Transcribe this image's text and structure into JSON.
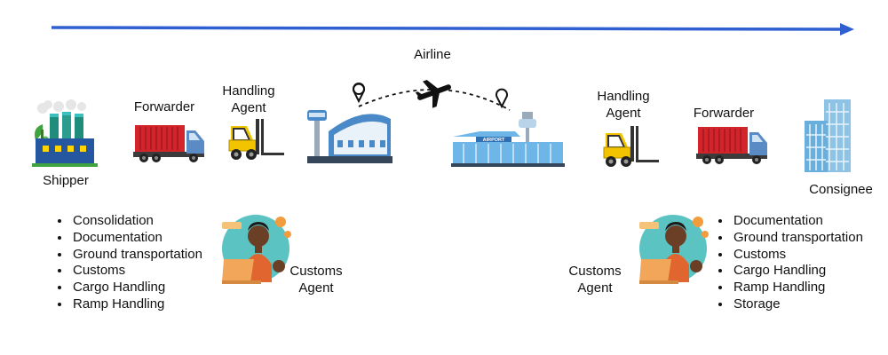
{
  "colors": {
    "flow_arrow": "#2f5fd0",
    "container": "#d3242b",
    "truck_cab": "#5b8bc4",
    "forklift": "#f2c400",
    "building": "#4a89c8",
    "airport_glass": "#6fb6e8",
    "agent_circle": "#5cc3c3"
  },
  "nodes": {
    "shipper": {
      "label": "Shipper",
      "icon": "factory-icon"
    },
    "forwarder_origin": {
      "label": "Forwarder",
      "icon": "truck-icon"
    },
    "handling_agent_origin": {
      "label_line1": "Handling",
      "label_line2": "Agent",
      "icon": "forklift-icon"
    },
    "airline": {
      "label": "Airline",
      "icon": "airplane-icon"
    },
    "handling_agent_dest": {
      "label_line1": "Handling",
      "label_line2": "Agent",
      "icon": "forklift-icon"
    },
    "forwarder_dest": {
      "label": "Forwarder",
      "icon": "truck-icon"
    },
    "consignee": {
      "label": "Consignee",
      "icon": "office-building-icon"
    },
    "customs_agent_origin": {
      "label_line1": "Customs",
      "label_line2": "Agent",
      "icon": "customs-agent-icon"
    },
    "customs_agent_dest": {
      "label_line1": "Customs",
      "label_line2": "Agent",
      "icon": "customs-agent-icon"
    }
  },
  "origin_services": [
    "Consolidation",
    "Documentation",
    "Ground transportation",
    "Customs",
    "Cargo Handling",
    "Ramp Handling"
  ],
  "destination_services": [
    "Documentation",
    "Ground transportation",
    "Customs",
    "Cargo Handling",
    "Ramp Handling",
    "Storage"
  ],
  "airport_sign": "AIRPORT"
}
